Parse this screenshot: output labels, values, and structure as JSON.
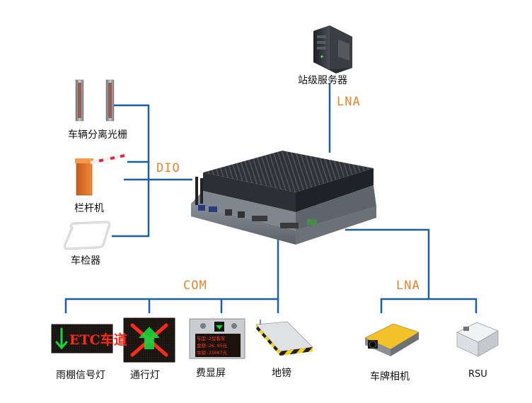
{
  "devices": {
    "station_server": "站级服务器",
    "vehicle_separator": "车辆分离光栅",
    "barrier_gate": "栏杆机",
    "vehicle_detector": "车检器",
    "canopy_light": "雨棚信号灯",
    "traffic_light": "通行灯",
    "fee_display": "费显屏",
    "ground_scale": "地镑",
    "plate_camera": "车牌相机",
    "rsu": "RSU"
  },
  "interfaces": {
    "server_link": "LNA",
    "dio": "DIO",
    "com": "COM",
    "right_link": "LNA"
  },
  "signs": {
    "canopy_text": "ETC车道",
    "arrow_color": "#ff2a1a",
    "fee_lines": [
      "车型:2型客车",
      "金额:26.05元",
      "余额:25007元"
    ]
  },
  "colors": {
    "line": "#1a5fa8",
    "bus_label": "#e8842b",
    "led_red": "#ff2a1a",
    "led_green": "#19d53a",
    "gate_orange": "#e8742a"
  }
}
